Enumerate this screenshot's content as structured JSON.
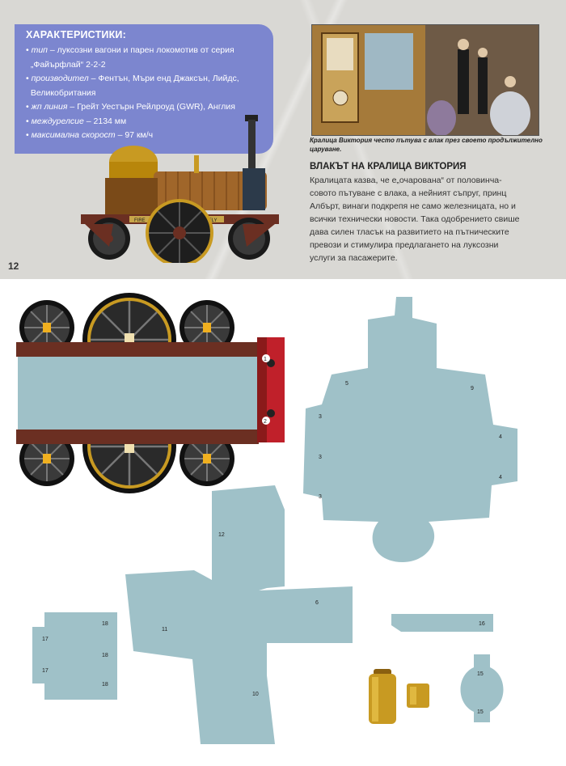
{
  "specs": {
    "heading": "ХАРАКТЕРИСТИКИ:",
    "items": [
      {
        "label": "тип",
        "value": " – луксозни вагони и парен локомотив от серия"
      },
      {
        "label": "",
        "value": "„Файърфлай“ 2-2-2"
      },
      {
        "label": "производител",
        "value": " – Фентън, Мъри енд Джаксън, Лийдс,"
      },
      {
        "label": "",
        "value": "Великобритания"
      },
      {
        "label": "жп линия",
        "value": " – Грейт Уестърн Рейлроуд (GWR), Англия"
      },
      {
        "label": "междурелсие",
        "value": " – 2134 мм"
      },
      {
        "label": "максимална скорост",
        "value": " – 97 км/ч"
      }
    ]
  },
  "page_number": "12",
  "photo_caption": "Кралица Виктория често пътува с влак през своето продължително царуване.",
  "article": {
    "title": "ВЛАКЪТ НА КРАЛИЦА ВИКТОРИЯ",
    "lines": [
      "Кралицата казва, че е„очарована“ от половинча-",
      "совото пътуване с влака, а нейният съпруг, принц",
      "Албърт, винаги подкрепя не само железницата, но и",
      "всички технически новости. Така одобрението свише",
      "дава силен тласък на развитието на пътническите",
      "превози и стимулира предлагането на луксозни",
      "услуги за пасажерите."
    ]
  },
  "loco_labels": {
    "left": "FIRE",
    "right": "FLY"
  },
  "sheet_numbers": {
    "n1": "1",
    "n2": "2",
    "n3": "3",
    "n4": "4",
    "n5": "5",
    "n6": "6",
    "n9": "9",
    "n10": "10",
    "n11": "11",
    "n12": "12",
    "n15": "15",
    "n16": "16",
    "n17": "17",
    "n18": "18"
  },
  "colors": {
    "panel": "#7c86cf",
    "template": "#9fc1c8",
    "chassis": "#6b2f22"
  }
}
